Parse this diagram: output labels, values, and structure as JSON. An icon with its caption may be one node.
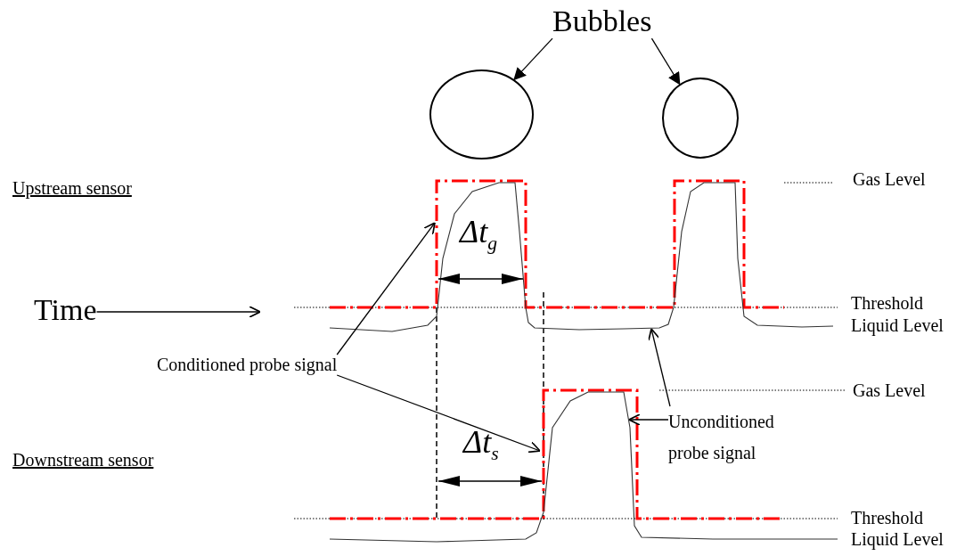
{
  "diagram": {
    "nodes": [
      {
        "text": [
          "Bubbles"
        ]
      },
      {
        "text": [],
        "shape": "circle"
      },
      {
        "text": [],
        "shape": "circle"
      },
      {
        "text": [
          "Conditioned probe signal"
        ]
      },
      {
        "text": [
          "Unconditioned probe signal"
        ]
      },
      {
        "text": [
          "Time"
        ]
      }
    ],
    "edges": [
      {
        "from": 0,
        "to": 1,
        "arrow": "to"
      },
      {
        "from": 0,
        "to": 2,
        "arrow": "to"
      },
      {
        "from": 3,
        "to": null,
        "arrow": "to"
      },
      {
        "from": 3,
        "to": null,
        "arrow": "to"
      },
      {
        "from": 4,
        "to": null,
        "arrow": "to"
      },
      {
        "from": 4,
        "to": null,
        "arrow": "to"
      },
      {
        "from": 5,
        "to": null,
        "arrow": "to"
      }
    ],
    "labels": [
      "Upstream sensor",
      "Gas Level",
      "Δt$_{g}$",
      "Threshold",
      "Liquid Level",
      "Gas Level",
      "Downstream sensor",
      "Δt$_{s}$",
      "Threshold",
      "Liquid Level"
    ]
  }
}
